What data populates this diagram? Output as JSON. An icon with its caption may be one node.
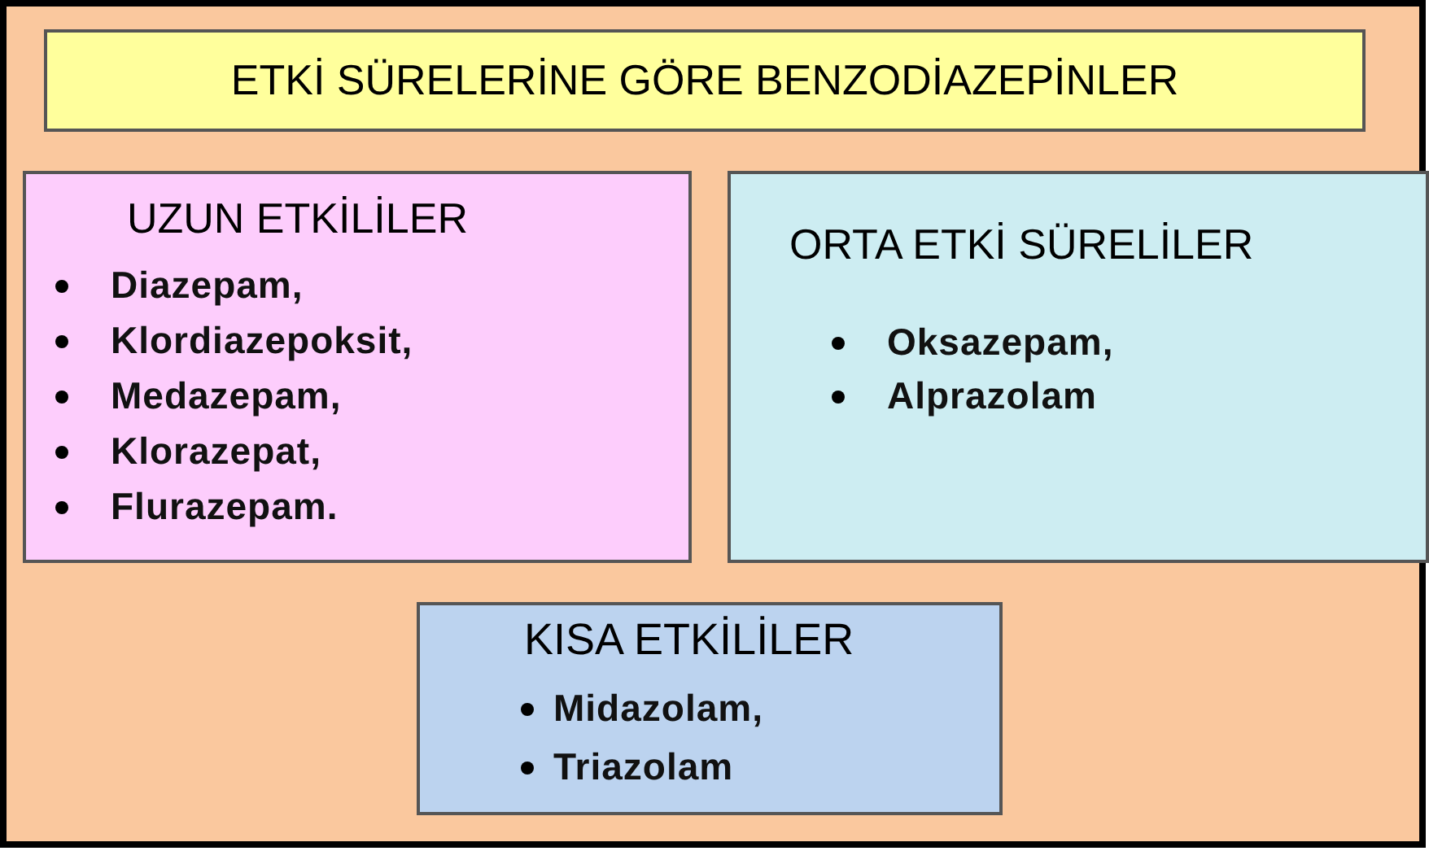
{
  "diagram": {
    "nodes": [
      {
        "text": [],
        "shape": "box"
      },
      {
        "text": [
          "ETKİ SÜRELERİNE GÖRE BENZODİAZEPİNLER"
        ],
        "in": 0
      },
      {
        "text": [
          "UZUN ETKİLİLER",
          "Diazepam,",
          "Klordiazepoksit,",
          "Medazepam,",
          "Klorazepat,",
          "Flurazepam."
        ],
        "in": 0
      },
      {
        "text": [
          "ORTA ETKİ SÜRELİLER",
          "Oksazepam,",
          "Alprazolam"
        ],
        "in": 0
      },
      {
        "text": [
          "KISA ETKİLİLER",
          "Midazolam,",
          "Triazolam"
        ],
        "in": 0
      }
    ],
    "edges": []
  }
}
